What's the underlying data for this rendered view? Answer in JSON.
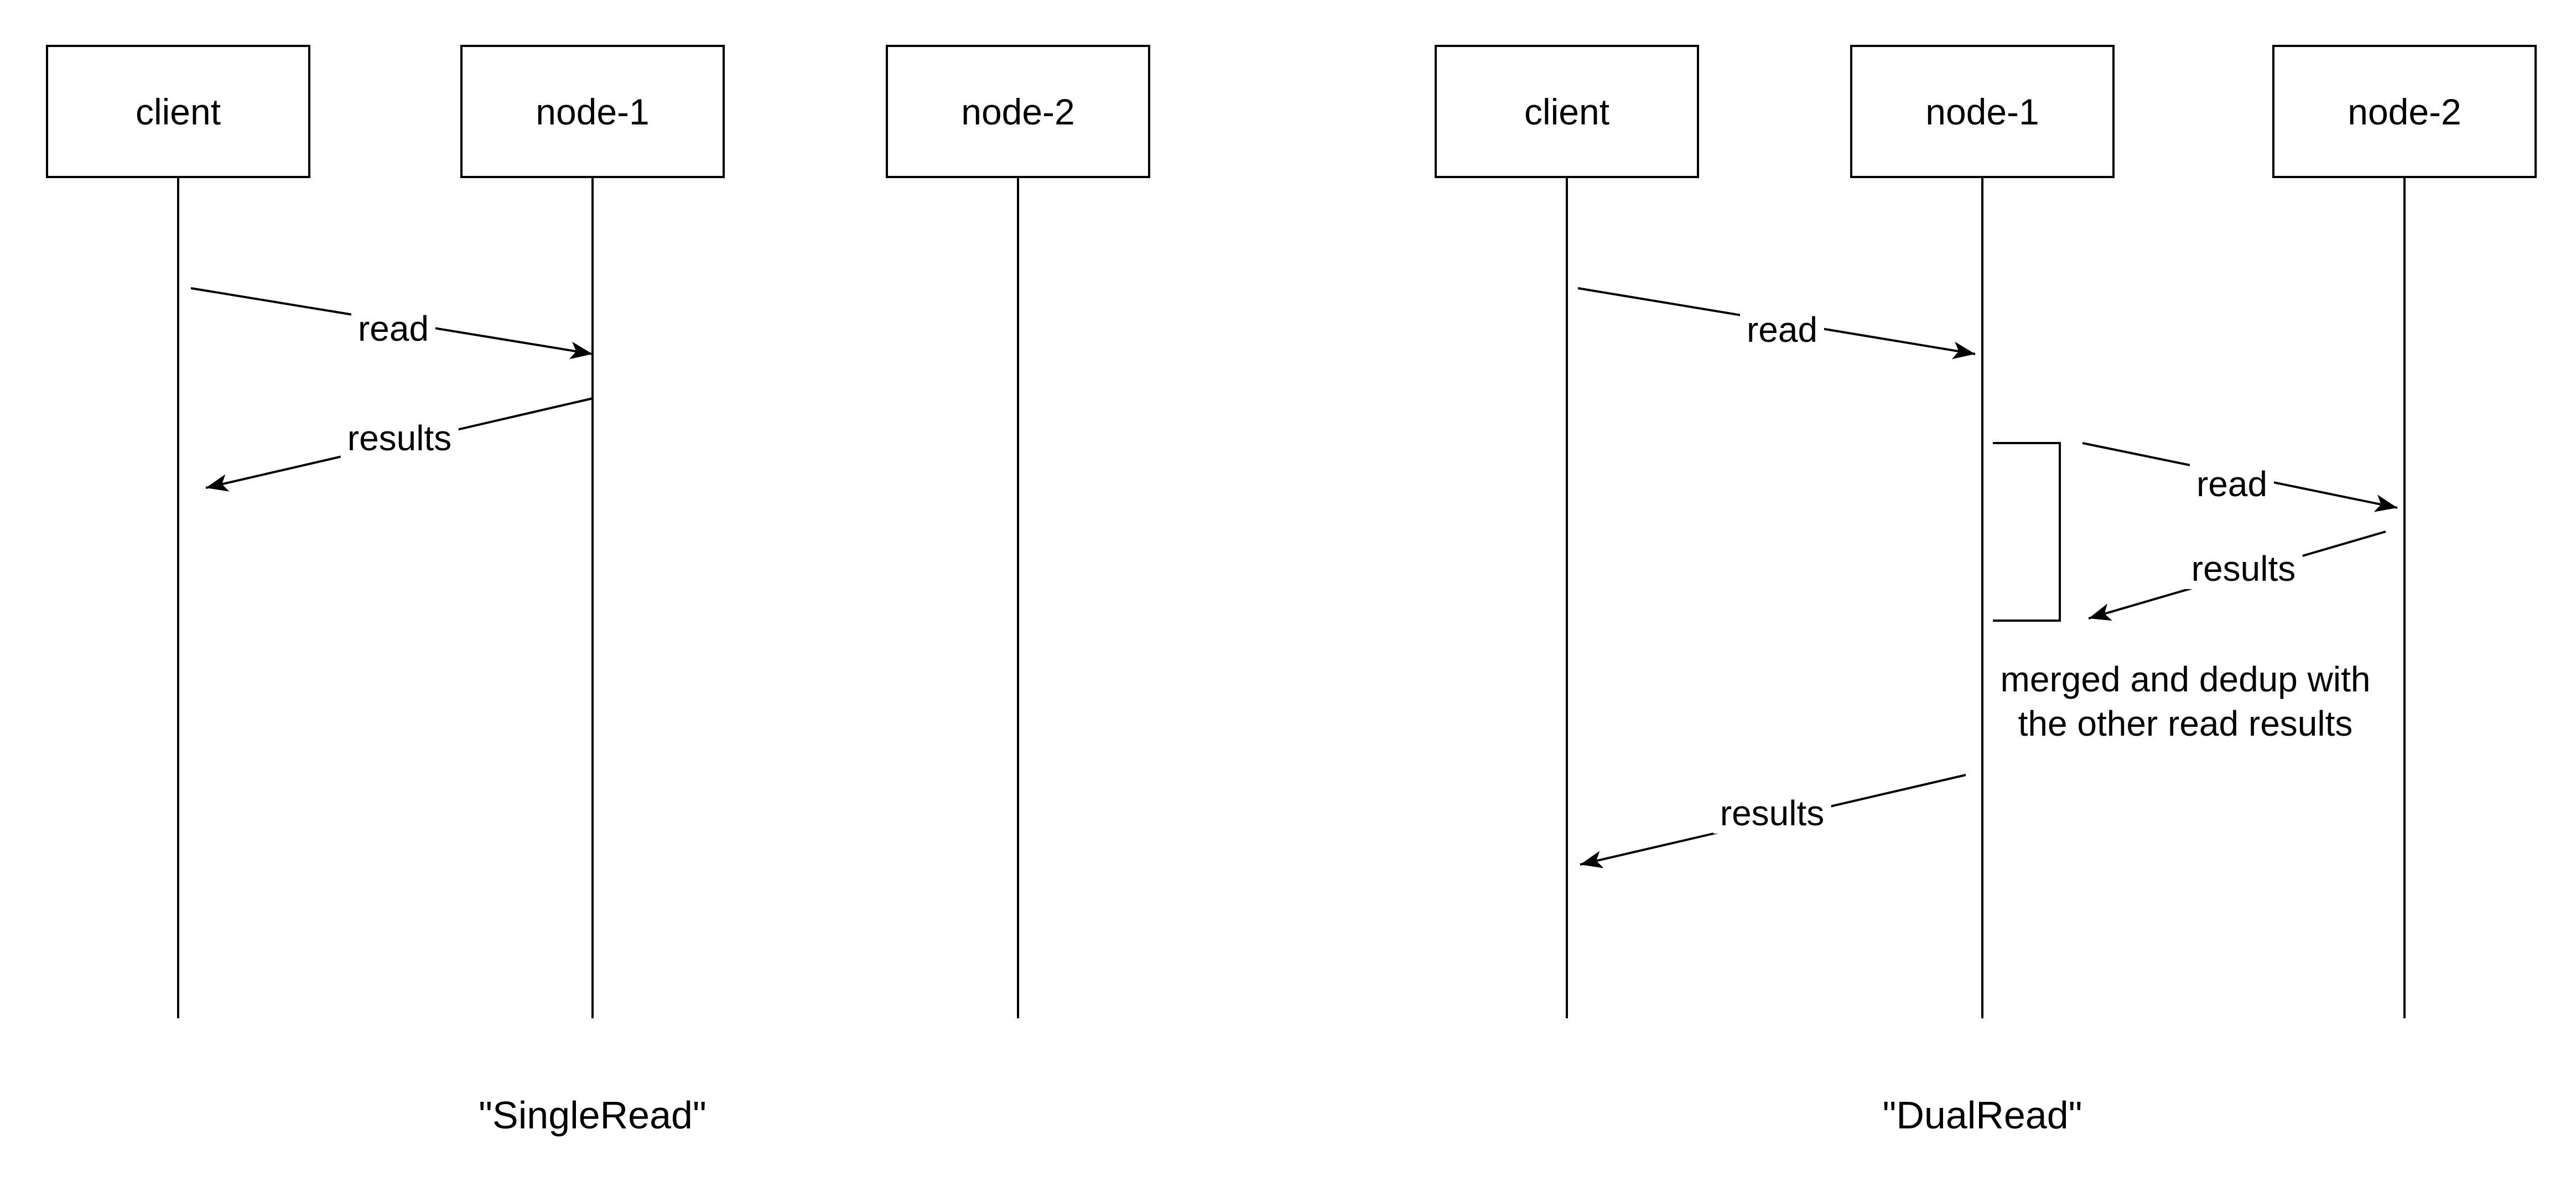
{
  "page": {
    "background_color": "#ffffff",
    "stroke_color": "#000000"
  },
  "diagrams": [
    {
      "caption": "\"SingleRead\"",
      "actors": [
        {
          "label": "client"
        },
        {
          "label": "node-1"
        },
        {
          "label": "node-2"
        }
      ],
      "messages": [
        {
          "label": "read",
          "from": "client",
          "to": "node-1"
        },
        {
          "label": "results",
          "from": "node-1",
          "to": "client"
        }
      ]
    },
    {
      "caption": "\"DualRead\"",
      "actors": [
        {
          "label": "client"
        },
        {
          "label": "node-1"
        },
        {
          "label": "node-2"
        }
      ],
      "messages": [
        {
          "label": "read",
          "from": "client",
          "to": "node-1"
        },
        {
          "label": "read",
          "from": "node-1",
          "to": "node-2"
        },
        {
          "label": "results",
          "from": "node-2",
          "to": "node-1"
        },
        {
          "label": "results",
          "from": "node-1",
          "to": "client"
        }
      ],
      "note_lines": [
        "merged and dedup with",
        "the other read results"
      ]
    }
  ]
}
